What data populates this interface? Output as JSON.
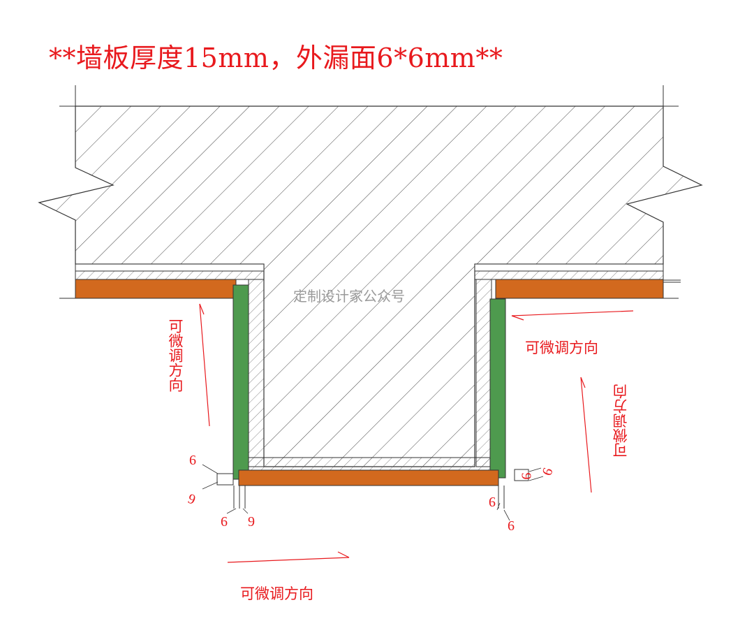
{
  "title": "**墙板厚度15mm，外漏面6*6mm**",
  "watermark": "定制设计家公众号",
  "adjust_labels": {
    "left_vertical": "可微调方向",
    "right_horizontal": "可微调方向",
    "right_vertical": "可微调方向",
    "bottom_horizontal": "可微调方向"
  },
  "dimensions": {
    "left_a": "6",
    "left_b": "6",
    "left_c": "6",
    "left_d": "9",
    "right_a": "9",
    "right_b": "6",
    "right_c": "9",
    "right_d": "6"
  },
  "colors": {
    "annotation": "#e8191d",
    "orange_board": "#d2691e",
    "green_board": "#4e9a4e",
    "line": "#333333",
    "watermark": "#9a9a9a"
  }
}
